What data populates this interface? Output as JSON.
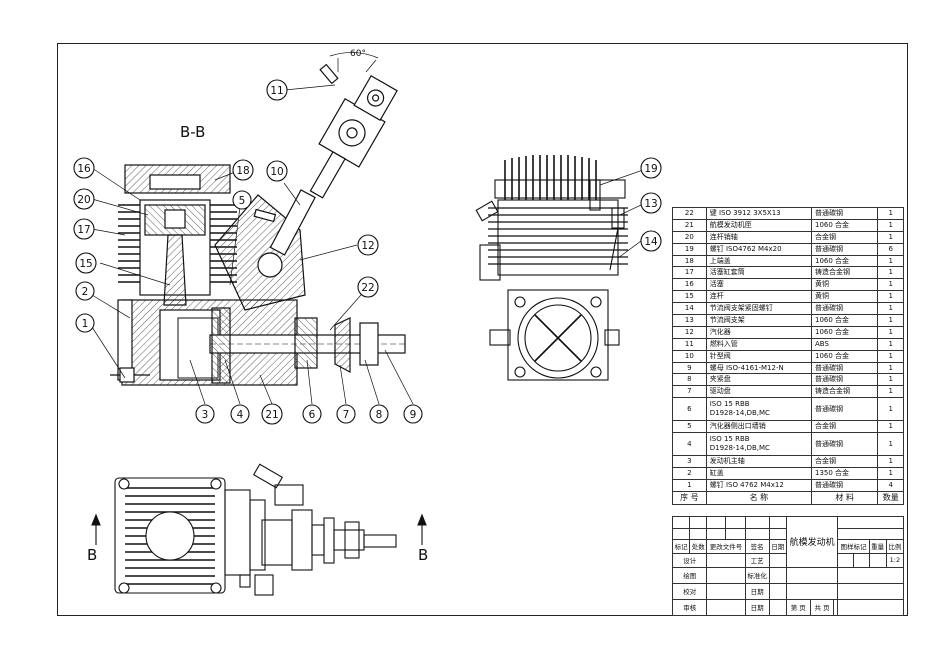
{
  "section_label": "B-B",
  "angle_label": "60°",
  "cut_label_left": "B",
  "cut_label_right": "B",
  "balloons": {
    "main_view": [
      "1",
      "2",
      "3",
      "4",
      "5",
      "6",
      "7",
      "8",
      "9",
      "10",
      "11",
      "12",
      "15",
      "16",
      "17",
      "18",
      "20",
      "21",
      "22"
    ],
    "side_view": [
      "13",
      "14",
      "19"
    ]
  },
  "parts_list": {
    "rows": [
      {
        "no": "22",
        "name": "键 ISO 3912 3X5X13",
        "material": "普通碳钢",
        "qty": "1"
      },
      {
        "no": "21",
        "name": "航模发动机匣",
        "material": "1060 合金",
        "qty": "1"
      },
      {
        "no": "20",
        "name": "连杆销轴",
        "material": "合金钢",
        "qty": "1"
      },
      {
        "no": "19",
        "name": "螺钉 ISO4762 M4x20",
        "material": "普通碳钢",
        "qty": "6"
      },
      {
        "no": "18",
        "name": "上端盖",
        "material": "1060 合金",
        "qty": "1"
      },
      {
        "no": "17",
        "name": "活塞缸套筒",
        "material": "铸造合金钢",
        "qty": "1"
      },
      {
        "no": "16",
        "name": "活塞",
        "material": "黄铜",
        "qty": "1"
      },
      {
        "no": "15",
        "name": "连杆",
        "material": "黄铜",
        "qty": "1"
      },
      {
        "no": "14",
        "name": "节流阀支架紧固螺钉",
        "material": "普通碳钢",
        "qty": "1"
      },
      {
        "no": "13",
        "name": "节流阀支架",
        "material": "1060 合金",
        "qty": "1"
      },
      {
        "no": "12",
        "name": "汽化器",
        "material": "1060 合金",
        "qty": "1"
      },
      {
        "no": "11",
        "name": "燃料入管",
        "material": "ABS",
        "qty": "1"
      },
      {
        "no": "10",
        "name": "针型阀",
        "material": "1060 合金",
        "qty": "1"
      },
      {
        "no": "9",
        "name": "螺母 ISO-4161-M12-N",
        "material": "普通碳钢",
        "qty": "1"
      },
      {
        "no": "8",
        "name": "夹紧盘",
        "material": "普通碳钢",
        "qty": "1"
      },
      {
        "no": "7",
        "name": "驱动盘",
        "material": "铸造合金钢",
        "qty": "1"
      },
      {
        "no": "6",
        "name": "ISO 15 RBB\nD1928-14,DB,MC",
        "material": "普通碳钢",
        "qty": "1"
      },
      {
        "no": "5",
        "name": "汽化器侧出口墙销",
        "material": "合金钢",
        "qty": "1"
      },
      {
        "no": "4",
        "name": "ISO 15 RBB\nD1928-14,DB,MC",
        "material": "普通碳钢",
        "qty": "1"
      },
      {
        "no": "3",
        "name": "发动机主轴",
        "material": "合金钢",
        "qty": "1"
      },
      {
        "no": "2",
        "name": "缸盖",
        "material": "1350 合金",
        "qty": "1"
      },
      {
        "no": "1",
        "name": "螺钉 ISO 4762  M4x12",
        "material": "普通碳钢",
        "qty": "4"
      }
    ],
    "header": {
      "no": "序 号",
      "name": "名  称",
      "material": "材  料",
      "qty": "数量"
    }
  },
  "title_block": {
    "product_name": "航模发动机",
    "col_mark": "标记",
    "col_count": "处数",
    "col_doc": "更改文件号",
    "col_sign": "签名",
    "col_date": "日期",
    "design": "设计",
    "process": "工艺",
    "drawing": "绘图",
    "standard": "标准化",
    "check": "校对",
    "date1": "日期",
    "review": "审核",
    "date2": "日期",
    "stage_mark": "图样标记",
    "weight": "重量",
    "scale": "比例",
    "scale_value": "1:2",
    "sheet_count": "第 页",
    "sheet_total": "共 页"
  }
}
